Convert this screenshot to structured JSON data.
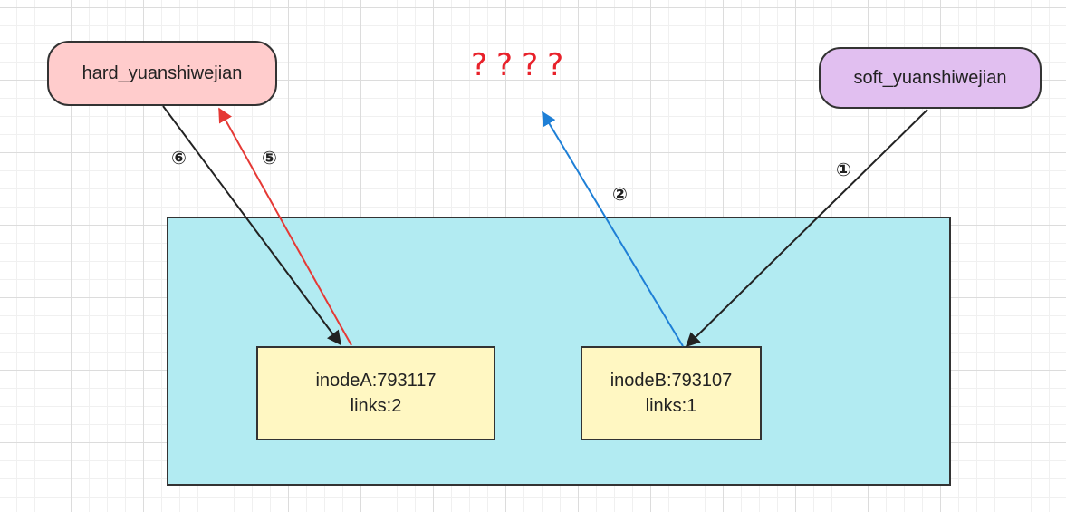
{
  "colors": {
    "hard_pill_fill": "#ffcccc",
    "soft_pill_fill": "#e1bff0",
    "container_fill": "#b2ebf2",
    "inode_fill": "#fff7c2",
    "red_arrow": "#e53935",
    "blue_arrow": "#1e7fd6",
    "black_arrow": "#222222",
    "question_color": "#e8212a"
  },
  "nodes": {
    "hard_link": {
      "label": "hard_yuanshiwejian"
    },
    "soft_link": {
      "label": "soft_yuanshiwejian"
    }
  },
  "inodes": {
    "a": {
      "id_label": "inodeA:793117",
      "links_label": "links:2"
    },
    "b": {
      "id_label": "inodeB:793107",
      "links_label": "links:1"
    }
  },
  "unknown_target": "????",
  "steps": {
    "s1": "①",
    "s2": "②",
    "s5": "⑤",
    "s6": "⑥"
  }
}
